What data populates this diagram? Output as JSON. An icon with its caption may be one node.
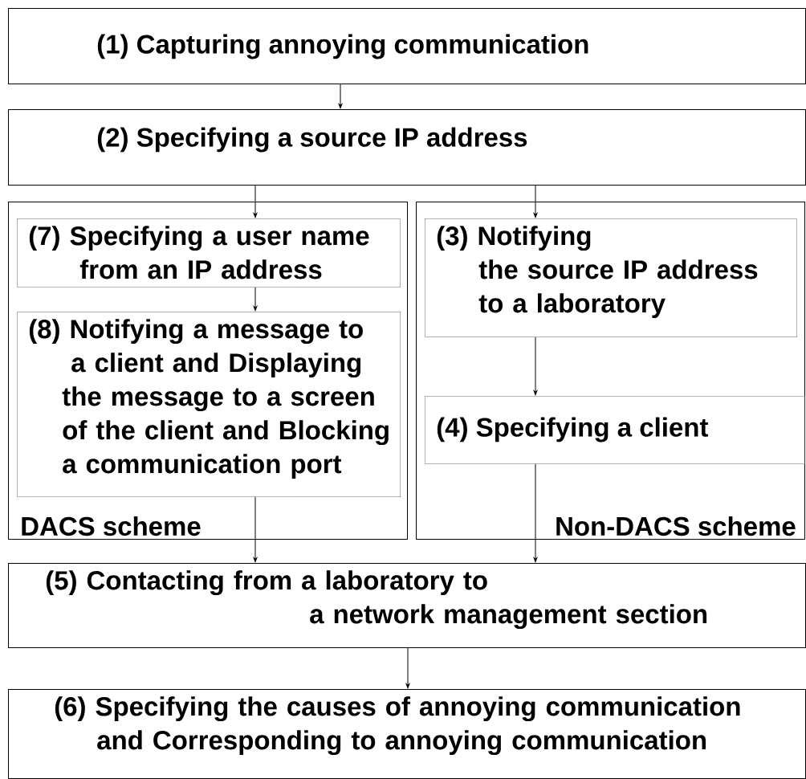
{
  "diagram": {
    "nodes": [
      {
        "text": [
          "(1) Capturing annoying communication"
        ]
      },
      {
        "text": [
          "(2) Specifying a source IP address"
        ]
      },
      {
        "text": [
          "DACS scheme"
        ]
      },
      {
        "text": [
          "(7) Specifying a user name from an IP address"
        ],
        "in": 2
      },
      {
        "text": [
          "(8) Notifying a message to a client and Displaying the message to a screen of the client and Blocking a communication port"
        ],
        "in": 2
      },
      {
        "text": [
          "Non-DACS scheme"
        ]
      },
      {
        "text": [
          "(3) Notifying the source IP address to a laboratory"
        ],
        "in": 5
      },
      {
        "text": [
          "(4) Specifying a client"
        ],
        "in": 5
      },
      {
        "text": [
          "(5) Contacting from a laboratory to a network management section"
        ]
      },
      {
        "text": [
          "(6) Specifying the causes of annoying communication and Corresponding to annoying communication"
        ]
      }
    ],
    "edges": [
      {
        "from": 0,
        "to": 1,
        "arrow": "to"
      },
      {
        "from": 1,
        "to": 3,
        "arrow": "to"
      },
      {
        "from": 1,
        "to": 6,
        "arrow": "to"
      },
      {
        "from": 3,
        "to": 4,
        "arrow": "to"
      },
      {
        "from": 6,
        "to": 7,
        "arrow": "to"
      },
      {
        "from": 4,
        "to": 8,
        "arrow": "to"
      },
      {
        "from": 7,
        "to": 8,
        "arrow": "to"
      },
      {
        "from": 8,
        "to": 9,
        "arrow": "to"
      }
    ]
  }
}
